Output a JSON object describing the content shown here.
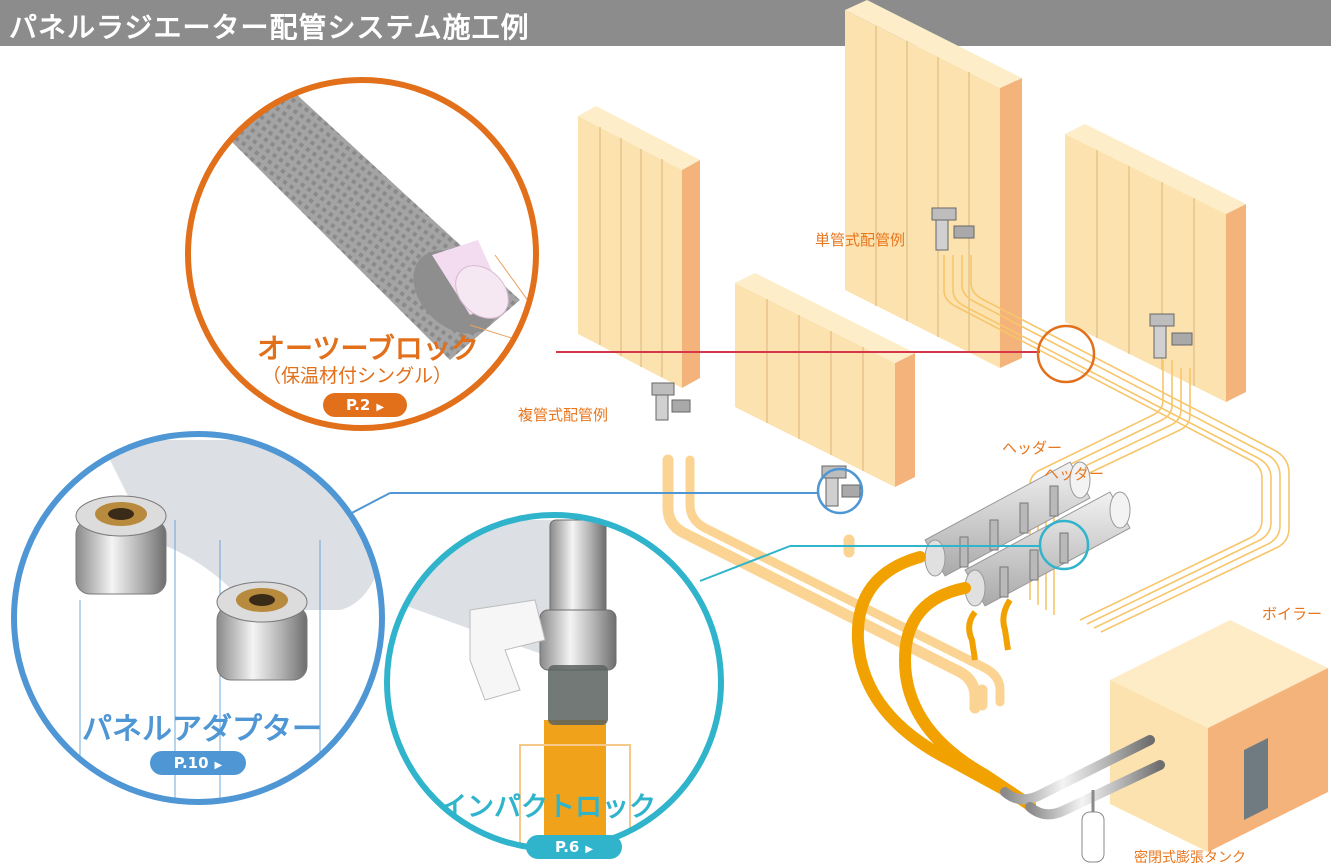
{
  "title": "パネルラジエーター配管システム施工例",
  "labels": {
    "single_pipe": "単管式配管例",
    "double_pipe": "複管式配管例",
    "header_1": "ヘッダー",
    "header_2": "ヘッダー",
    "boiler": "ボイラー",
    "tank": "密閉式膨張タンク"
  },
  "callouts": {
    "otsu_block": {
      "name": "オーツーブロック",
      "sub": "（保温材付シングル）",
      "page": "P.2",
      "color": "#e26f1a"
    },
    "panel_adapter": {
      "name": "パネルアダプター",
      "page": "P.10",
      "color": "#4f96d4"
    },
    "impact_lock": {
      "name": "インパクトロック",
      "page": "P.6",
      "color": "#2fb4cc"
    }
  },
  "icons": {
    "page_arrow": "play-arrow-icon"
  }
}
